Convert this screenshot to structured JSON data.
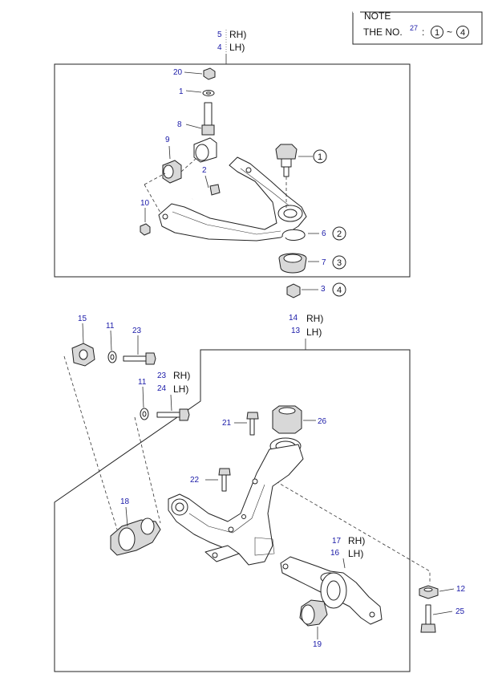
{
  "note": {
    "title": "NOTE",
    "line_prefix": "THE NO.",
    "line_sup": "27",
    "line_colon": ":",
    "range_start": "1",
    "range_tilde": "~",
    "range_end": "4"
  },
  "upper": {
    "header_rh_no": "5",
    "header_rh": "RH)",
    "header_lh_no": "4",
    "header_lh": "LH)",
    "c20": "20",
    "c1": "1",
    "c8": "8",
    "c9": "9",
    "c2": "2",
    "c10": "10",
    "c6": "6",
    "c7": "7",
    "c3": "3",
    "circ1": "1",
    "circ2": "2",
    "circ3": "3",
    "circ4": "4"
  },
  "lower": {
    "header_rh_no": "14",
    "header_rh": "RH)",
    "header_lh_no": "13",
    "header_lh": "LH)",
    "c15": "15",
    "c11a": "11",
    "c23a": "23",
    "c11b": "11",
    "c23b": "23",
    "c23b_side": "RH)",
    "c24": "24",
    "c24_side": "LH)",
    "c21": "21",
    "c26": "26",
    "c22": "22",
    "c18": "18",
    "c17": "17",
    "c17_side": "RH)",
    "c16": "16",
    "c16_side": "LH)",
    "c12": "12",
    "c25": "25",
    "c19": "19"
  }
}
